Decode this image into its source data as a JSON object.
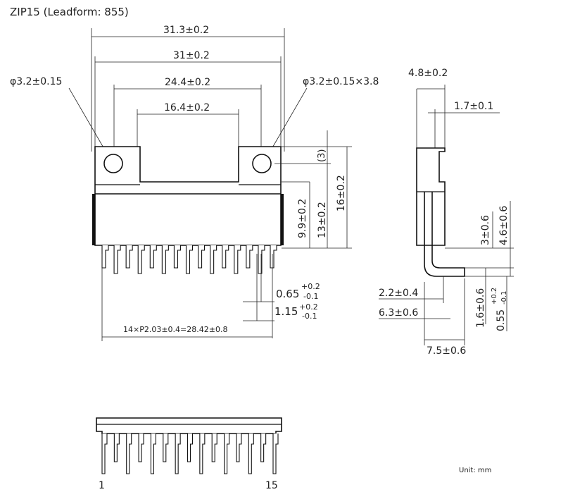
{
  "title": "ZIP15 (Leadform: 855)",
  "unit_label": "Unit: mm",
  "front_view": {
    "dim_overall_width": "31.3±0.2",
    "dim_body_width": "31±0.2",
    "dim_hole_pitch_outer": "24.4±0.2",
    "dim_hole_pitch_inner": "16.4±0.2",
    "hole_left": "φ3.2±0.15",
    "hole_right": "φ3.2±0.15×3.8",
    "dim_3": "(3)",
    "dim_9_9": "9.9±0.2",
    "dim_13": "13±0.2",
    "dim_16": "16±0.2",
    "lead_width_main": "0.65",
    "lead_width_tol_plus": "+0.2",
    "lead_width_tol_minus": "-0.1",
    "lead_pitch_main": "1.15",
    "lead_pitch_tol_plus": "+0.2",
    "lead_pitch_tol_minus": "-0.1",
    "pin_pitch_total": "14×P2.03±0.4=28.42±0.8"
  },
  "side_view": {
    "dim_4_8": "4.8±0.2",
    "dim_1_7": "1.7±0.1",
    "dim_3": "3±0.6",
    "dim_4_6": "4.6±0.6",
    "dim_2_2": "2.2±0.4",
    "dim_6_3": "6.3±0.6",
    "dim_1_6": "1.6±0.6",
    "dim_0_55_main": "0.55",
    "dim_0_55_tol_plus": "+0.2",
    "dim_0_55_tol_minus": "-0.1",
    "dim_7_5": "7.5±0.6"
  },
  "bottom_view": {
    "pin_first": "1",
    "pin_last": "15"
  }
}
